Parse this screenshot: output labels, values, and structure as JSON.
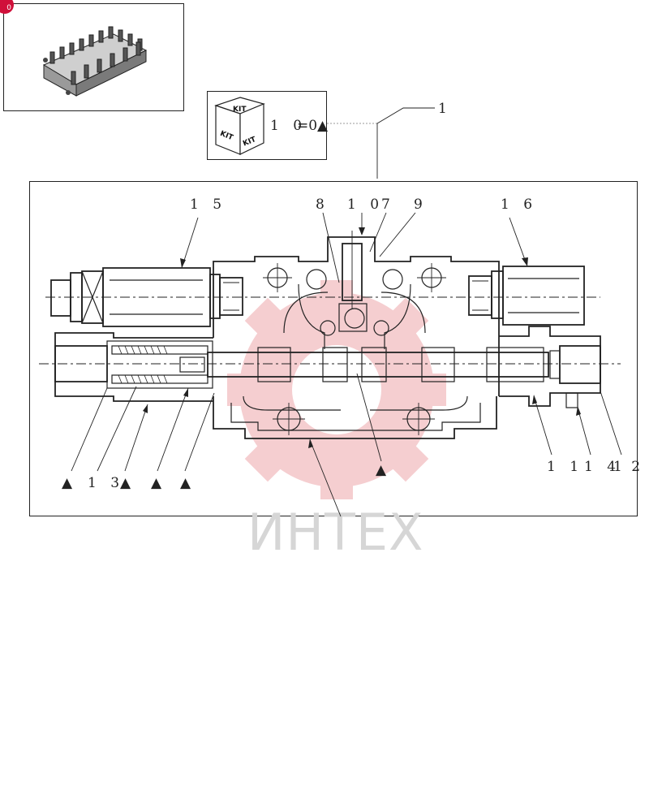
{
  "badge": "0",
  "kit": {
    "icon_text_top": "KIT",
    "icon_text_left": "KIT",
    "icon_text_right": "KIT",
    "reference": "1 0",
    "reference_suffix": "=0▲"
  },
  "callouts": {
    "c1": "1",
    "c15": "1 5",
    "c8": "8",
    "c10": "1 0",
    "c7": "7",
    "c9": "9",
    "c16": "1 6",
    "c11": "1 1",
    "c14": "1 4",
    "c12": "1 2",
    "c13": "1 3",
    "tri": "▲"
  },
  "watermark": {
    "text": "ИНТЕХ",
    "gear_color": "#f4c9cc",
    "text_color": "#d6d6d6"
  }
}
